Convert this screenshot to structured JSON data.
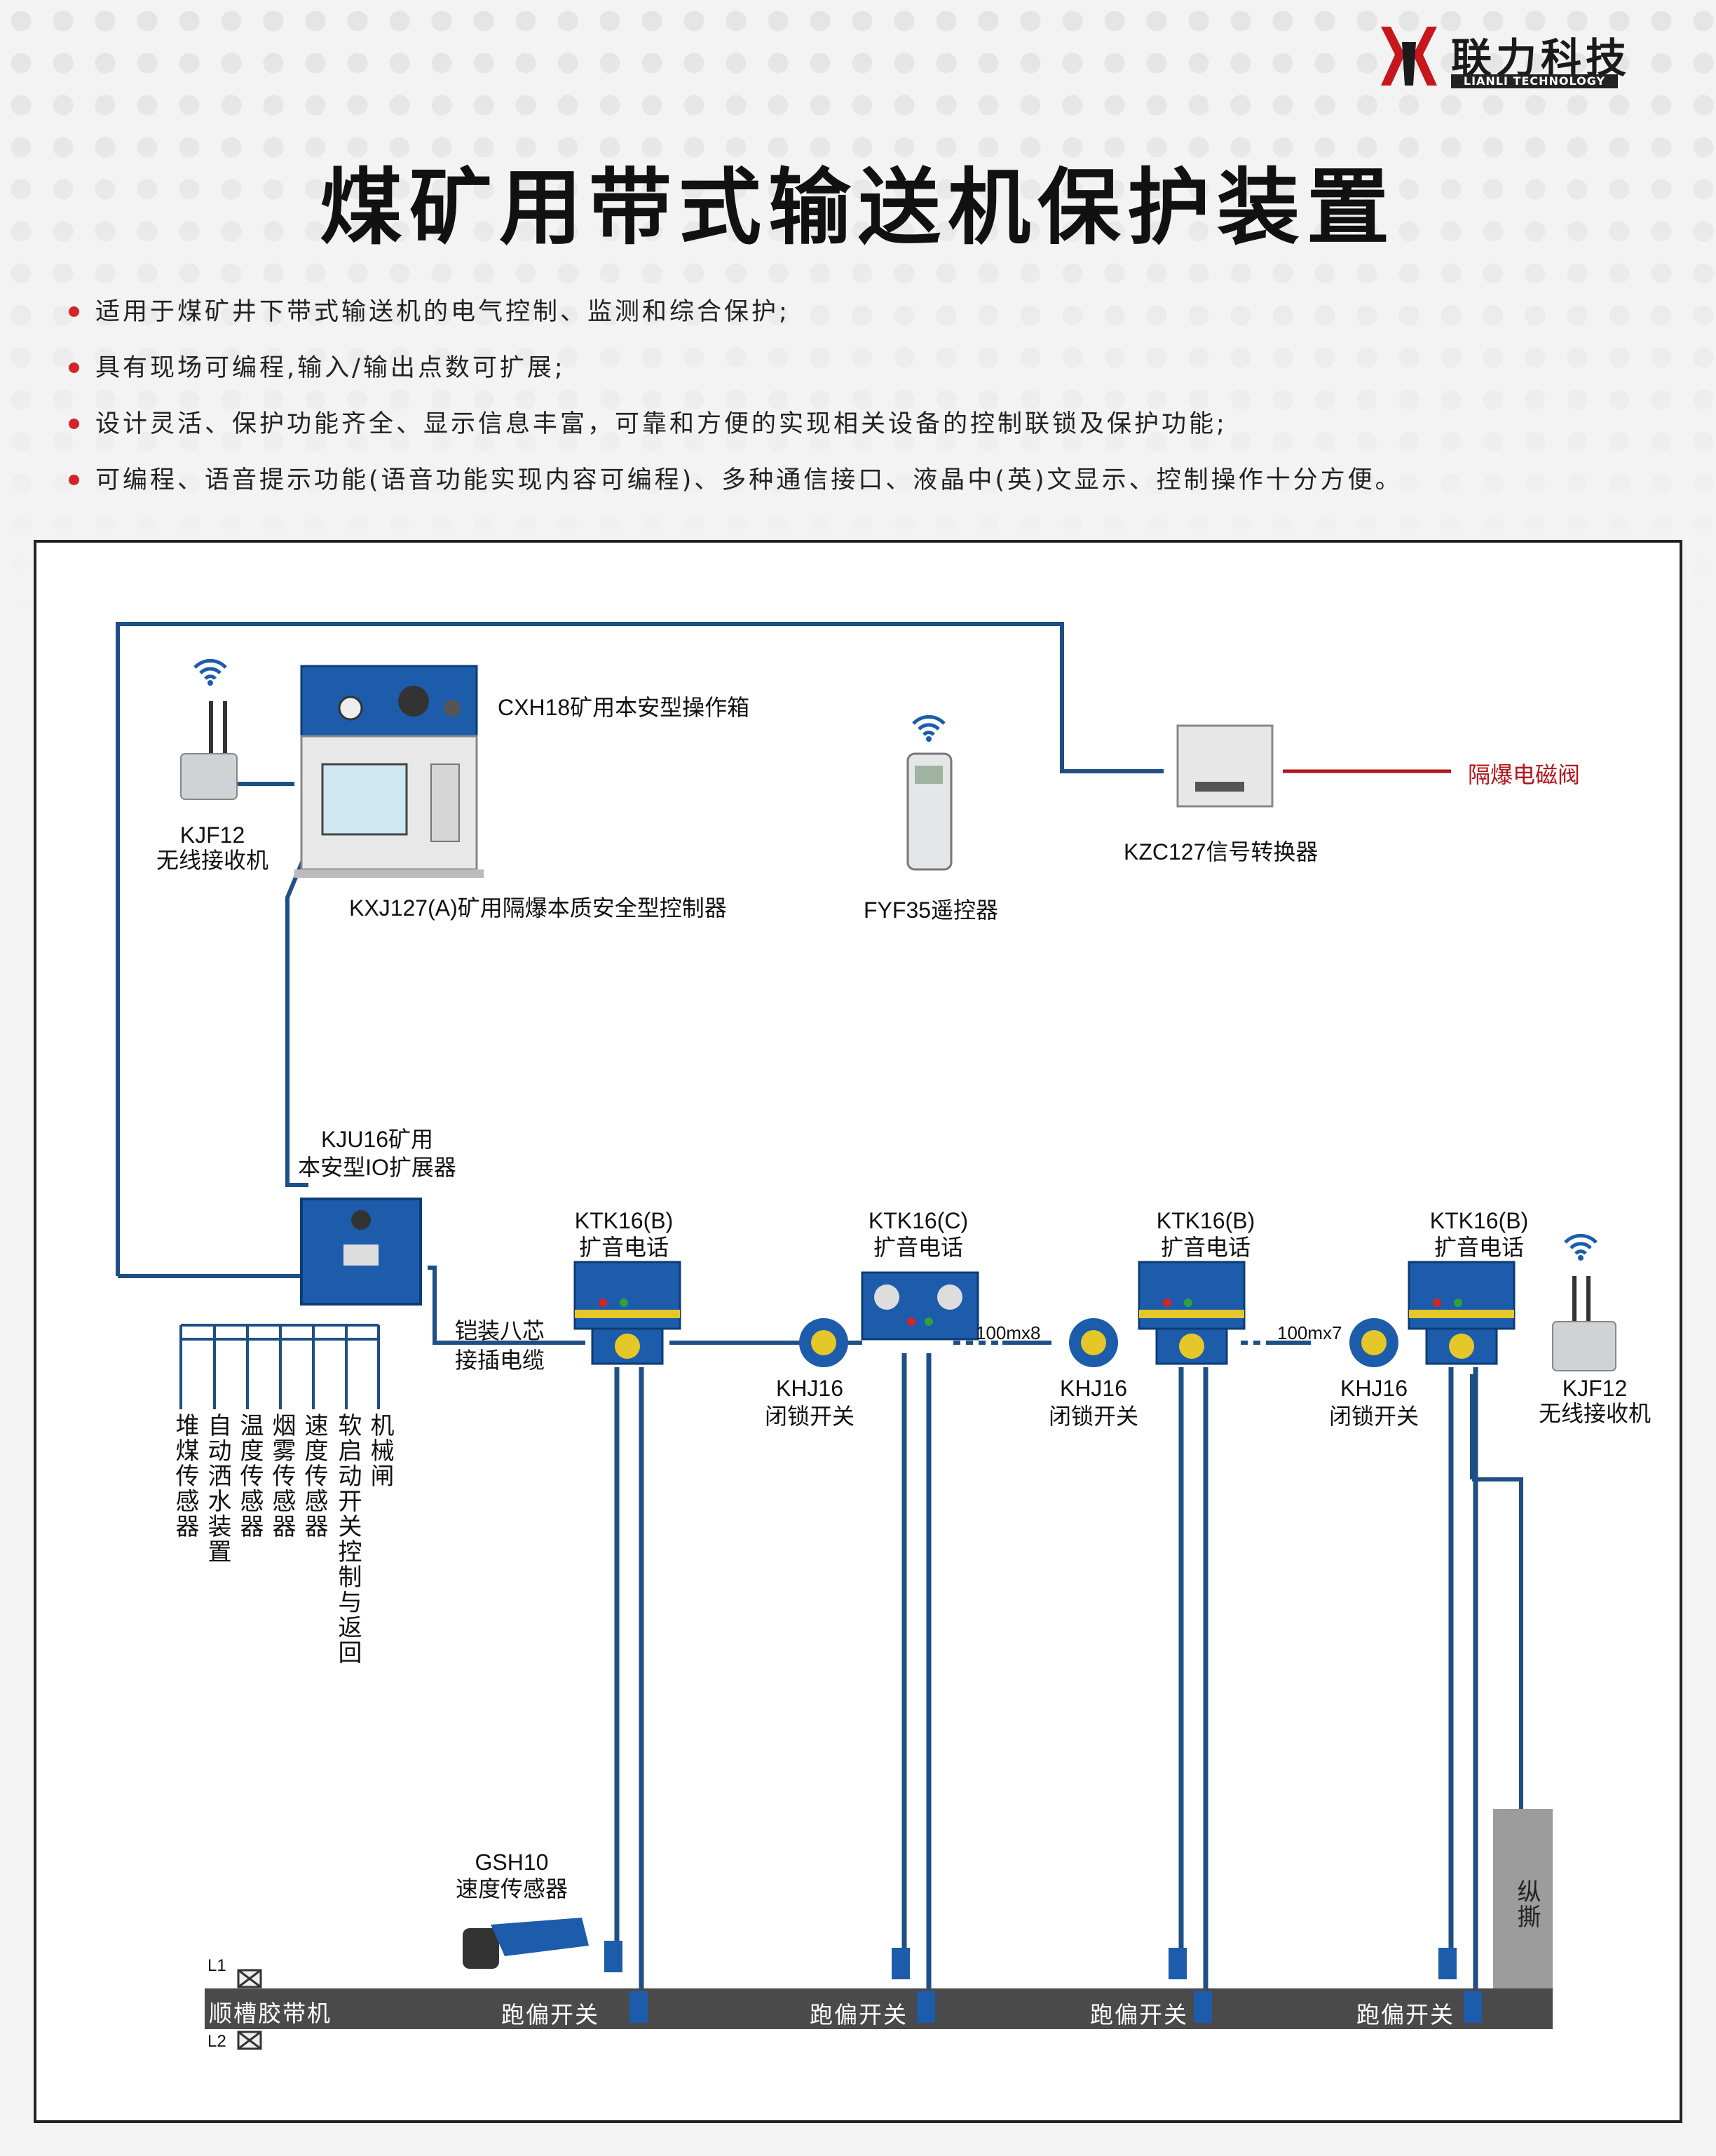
{
  "brand": {
    "name": "联力科技",
    "en": "LIANLI TECHNOLOGY"
  },
  "title": "煤矿用带式输送机保护装置",
  "features": [
    "适用于煤矿井下带式输送机的电气控制、监测和综合保护;",
    "具有现场可编程,输入/输出点数可扩展;",
    "设计灵活、保护功能齐全、显示信息丰富，可靠和方便的实现相关设备的控制联锁及保护功能;",
    "可编程、语音提示功能(语音功能实现内容可编程)、多种通信接口、液晶中(英)文显示、控制操作十分方便。"
  ],
  "colors": {
    "line": "#1e4f86",
    "device": "#1c5cab",
    "accent": "#d5232a",
    "belt": "#4a4a4a",
    "valve_line": "#b3141b"
  },
  "devices": {
    "cxh18": "CXH18矿用本安型操作箱",
    "kxj127": "KXJ127(A)矿用隔爆本质安全型控制器",
    "kjf12_left": [
      "KJF12",
      "无线接收机"
    ],
    "fyf35": "FYF35遥控器",
    "kzc127": "KZC127信号转换器",
    "valve": "隔爆电磁阀",
    "kju16": [
      "KJU16矿用",
      "本安型IO扩展器"
    ],
    "cable": [
      "铠装八芯",
      "接插电缆"
    ],
    "ktk16_b1": [
      "KTK16(B)",
      "扩音电话"
    ],
    "ktk16_c": [
      "KTK16(C)",
      "扩音电话"
    ],
    "ktk16_b2": [
      "KTK16(B)",
      "扩音电话"
    ],
    "ktk16_b3": [
      "KTK16(B)",
      "扩音电话"
    ],
    "khj16": [
      "KHJ16",
      "闭锁开关"
    ],
    "dist1": "100mx8",
    "dist2": "100mx7",
    "kjf12_right": [
      "KJF12",
      "无线接收机"
    ],
    "gsh10": [
      "GSH10",
      "速度传感器"
    ],
    "tear": "纵撕"
  },
  "sensors": [
    "堆煤传感器",
    "自动洒水装置",
    "温度传感器",
    "烟雾传感器",
    "速度传感器",
    "软启动开关控制与返回",
    "机械闸"
  ],
  "belt": {
    "name": "顺槽胶带机",
    "l1": "L1",
    "l2": "L2",
    "deviation_switch": "跑偏开关"
  }
}
